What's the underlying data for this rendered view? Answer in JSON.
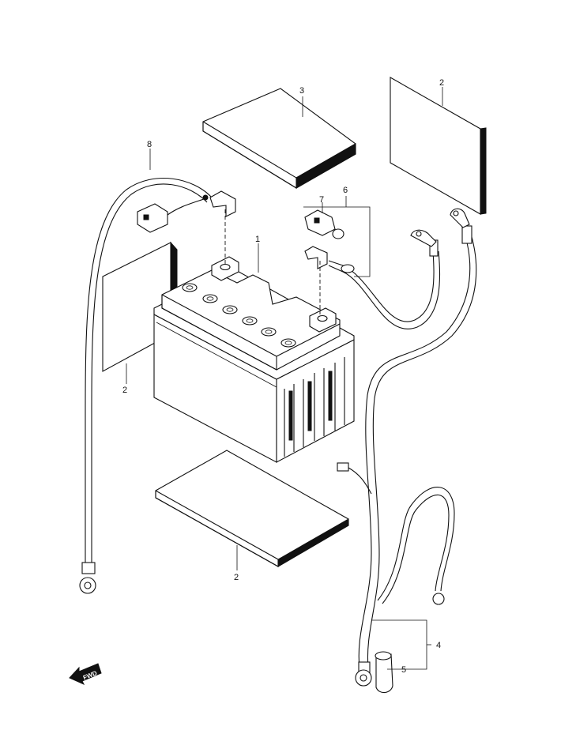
{
  "diagram": {
    "callouts": [
      {
        "id": "c1",
        "label": "1"
      },
      {
        "id": "c2a",
        "label": "2"
      },
      {
        "id": "c2b",
        "label": "2"
      },
      {
        "id": "c2c",
        "label": "2"
      },
      {
        "id": "c3",
        "label": "3"
      },
      {
        "id": "c4",
        "label": "4"
      },
      {
        "id": "c5",
        "label": "5"
      },
      {
        "id": "c6",
        "label": "6"
      },
      {
        "id": "c7",
        "label": "7"
      },
      {
        "id": "c8",
        "label": "8"
      }
    ],
    "fwd_label": "FWD"
  }
}
